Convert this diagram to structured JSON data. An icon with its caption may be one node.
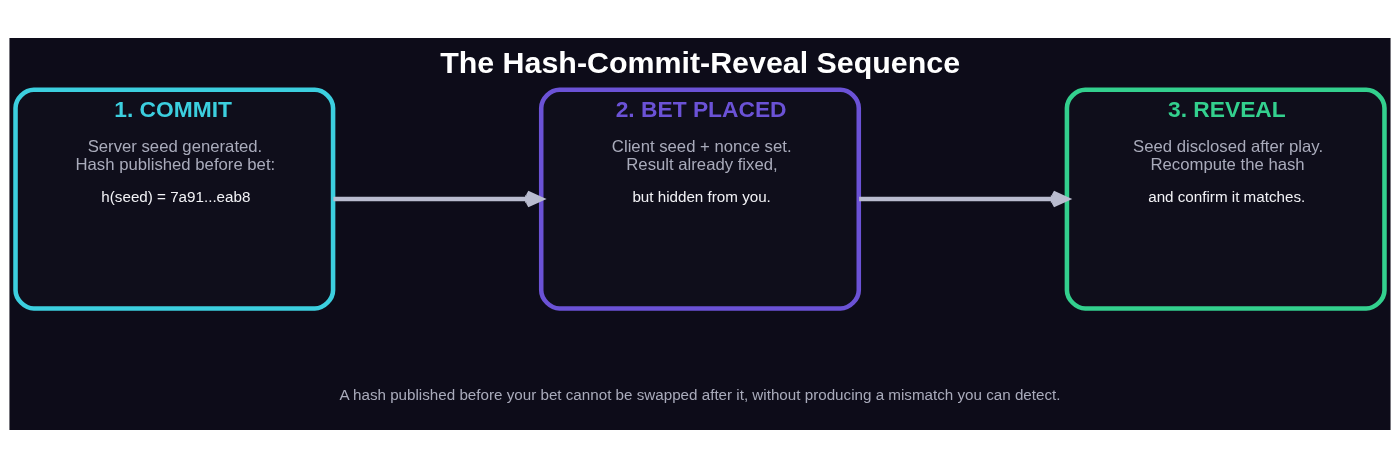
{
  "diagram": {
    "title": "The Hash-Commit-Reveal Sequence",
    "caption": "A hash published before your bet cannot be swapped after it, without producing a mismatch you can detect.",
    "nodes": [
      {
        "text": [
          "1. COMMIT",
          "Server seed generated. Hash published before bet:",
          "h(seed) = 7a91...eab8"
        ]
      },
      {
        "text": [
          "2. BET PLACED",
          "Client seed + nonce set. Result already fixed,",
          "but hidden from you."
        ]
      },
      {
        "text": [
          "3. REVEAL",
          "Seed disclosed after play. Recompute the hash",
          "and confirm it matches."
        ]
      }
    ],
    "edges": [
      {
        "from": 0,
        "to": 1,
        "arrow": "to"
      },
      {
        "from": 1,
        "to": 2,
        "arrow": "to"
      }
    ]
  }
}
